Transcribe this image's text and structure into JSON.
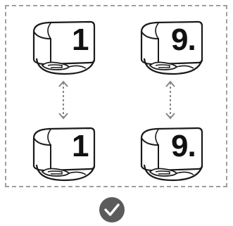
{
  "markers": [
    {
      "label": "1"
    },
    {
      "label": "9."
    },
    {
      "label": "1"
    },
    {
      "label": "9."
    }
  ],
  "icons": {
    "connector": "double-arrow-icon",
    "confirm": "checkmark-icon"
  },
  "colors": {
    "frame_border": "#a0a0a0",
    "line": "#1a1a1a",
    "arrow": "#888888",
    "badge": "#5b5b5b",
    "check": "#ffffff"
  }
}
